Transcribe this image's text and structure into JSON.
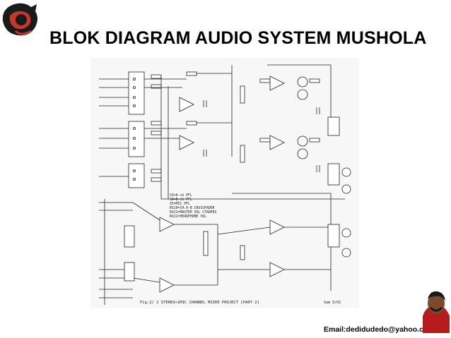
{
  "slide": {
    "title": "BLOK DIAGRAM AUDIO SYSTEM MUSHOLA",
    "email": "Email:dedidudedo@yahoo.com"
  },
  "schematic": {
    "caption": "Fig.2/ 2 STEREO+1MIC CHANNEL MIXER PROJECT [PART 2]",
    "signature": "Sam 9/02",
    "legend": [
      "S3=A-ch PFL",
      "S4=B-ch PFL",
      "S5=MIC PFL",
      "RV20=CH.A-B CROSSFADER",
      "RV21=MASTER VOL CTADER3",
      "RV22=HEADPHONE VOL"
    ],
    "icons": [
      "logo-seal",
      "portrait-icon"
    ]
  }
}
